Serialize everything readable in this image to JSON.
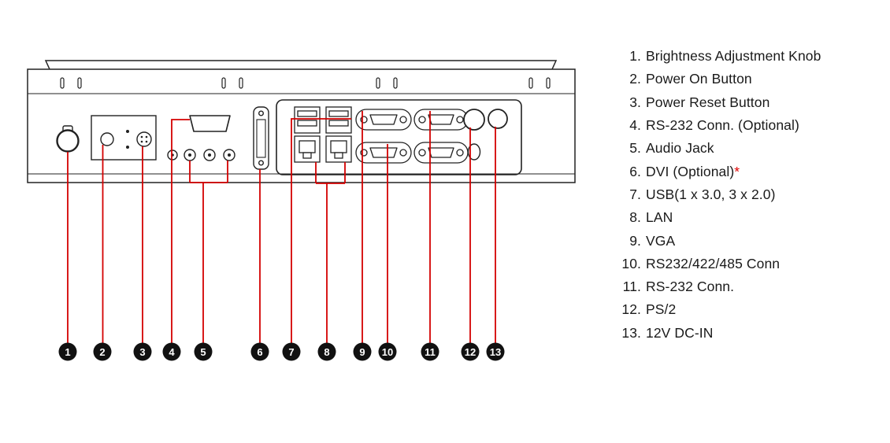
{
  "colors": {
    "callout_red": "#d40000",
    "line_black": "#222222",
    "asterisk_red": "#e00000"
  },
  "diagram": {
    "callouts": [
      "1",
      "2",
      "3",
      "4",
      "5",
      "6",
      "7",
      "8",
      "9",
      "10",
      "11",
      "12",
      "13"
    ]
  },
  "legend": {
    "items": [
      {
        "num": "1.",
        "label": "Brightness Adjustment Knob"
      },
      {
        "num": "2.",
        "label": "Power On Button"
      },
      {
        "num": "3.",
        "label": "Power Reset Button"
      },
      {
        "num": "4.",
        "label": "RS-232 Conn. (Optional)"
      },
      {
        "num": "5.",
        "label": "Audio Jack"
      },
      {
        "num": "6.",
        "label": "DVI (Optional)",
        "suffix": "*"
      },
      {
        "num": "7.",
        "label": "USB(1 x 3.0, 3 x 2.0)"
      },
      {
        "num": "8.",
        "label": "LAN"
      },
      {
        "num": "9.",
        "label": "VGA"
      },
      {
        "num": "10.",
        "label": "RS232/422/485 Conn"
      },
      {
        "num": "11.",
        "label": "RS-232 Conn."
      },
      {
        "num": "12.",
        "label": "PS/2"
      },
      {
        "num": "13.",
        "label": "12V DC-IN"
      }
    ]
  }
}
